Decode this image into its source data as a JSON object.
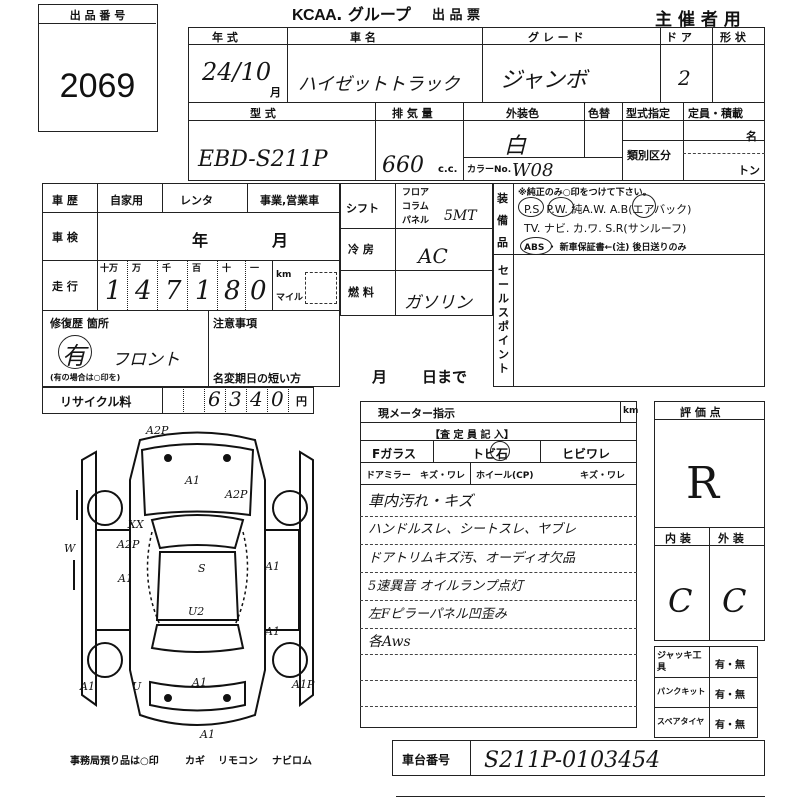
{
  "header": {
    "lot_label": "出 品 番 号",
    "lot_number": "2069",
    "brand": "KCAA",
    "brand_suffix": ". グループ",
    "sheet_title": "出 品 票",
    "copy_label": "主 催 者 用"
  },
  "vehicle": {
    "year_label": "年 式",
    "year_value": "24/10",
    "year_month_suffix": "月",
    "name_label": "車 名",
    "name_value": "ハイゼットトラック",
    "grade_label": "グ レ ー ド",
    "grade_value": "ジャンボ",
    "door_label": "ド ア",
    "door_value": "2",
    "shape_label": "形 状",
    "model_label": "型 式",
    "model_value": "EBD-S211P",
    "displacement_label": "排 気 量",
    "displacement_value": "660",
    "displacement_unit": "c.c.",
    "exterior_color_label": "外装色",
    "exterior_color_value": "白",
    "color_change_label": "色替",
    "type_approval_label": "型式指定",
    "category_label": "類別区分",
    "capacity_label": "定員・積載",
    "capacity_unit_persons": "名",
    "capacity_unit_tons": "トン",
    "color_code_label": "カラーNo.",
    "color_code_value": "W08"
  },
  "history": {
    "label": "車 歴",
    "opt_private": "自家用",
    "opt_rental": "レンタ",
    "opt_business": "事業,営業車",
    "inspection_label": "車 検",
    "inspection_year": "年",
    "inspection_month": "月",
    "mileage_label": "走 行",
    "mileage_units": [
      "十万",
      "万",
      "千",
      "百",
      "十",
      "一"
    ],
    "mileage_digits": [
      "1",
      "4",
      "7",
      "1",
      "8",
      "0"
    ],
    "mileage_unit_km": "km",
    "mileage_unit_mile": "マイル",
    "repair_label": "修復歴 箇所",
    "repair_value": "有",
    "repair_location": "フロント",
    "repair_note": "(有の場合は○印を)",
    "caution_label": "注意事項",
    "expiry_label": "名変期日の短い方",
    "expiry_month": "月",
    "expiry_day": "日まで",
    "recycle_label": "リサイクル料",
    "recycle_digits": [
      "",
      "",
      "6",
      "3",
      "4",
      "0"
    ],
    "recycle_unit": "円"
  },
  "drivetrain": {
    "shift_label": "シフト",
    "shift_opts": [
      "フロア",
      "コラム",
      "パネル"
    ],
    "shift_value": "5MT",
    "ac_label": "冷 房",
    "ac_value": "AC",
    "fuel_label": "燃 料",
    "fuel_value": "ガソリン"
  },
  "equipment": {
    "side_label": [
      "装",
      "備",
      "品"
    ],
    "note": "※純正のみ○印をつけて下さい。",
    "line1": "P.S.  P.W.  純A.W.  A.B(エアバック)",
    "line2": "TV.  ナビ.  カ.ワ.  S.R(サンルーフ)",
    "line3": "ABS ・ 新車保証書←(注) 後日送りのみ",
    "sales_label": [
      "セ",
      "ー",
      "ル",
      "ス",
      "ポ",
      "イ",
      "ン",
      "ト"
    ]
  },
  "meter": {
    "label": "現メーター指示",
    "unit": "km",
    "inspector_label": "【査 定 員 記 入】",
    "fglass": "Fガラス",
    "tobiishi": "トビ石",
    "hibiware": "ヒビワレ",
    "door_mirror": "ドアミラー",
    "mirror_scratch": "キズ・ワレ",
    "wheel": "ホイール(CP)",
    "wheel_scratch": "キズ・ワレ"
  },
  "notes": [
    "車内汚れ・キズ",
    "ハンドルスレ、シートスレ、ヤブレ",
    "ドアトリムキズ汚、オーディオ欠品",
    "5速異音  オイルランプ点灯",
    "左Fピラーパネル凹歪み",
    "各Aws"
  ],
  "score": {
    "label": "評 価 点",
    "value": "R",
    "interior_label": "内 装",
    "exterior_label": "外 装",
    "interior_value": "C",
    "exterior_value": "C"
  },
  "tools": [
    {
      "label": "ジャッキ工具",
      "value": "有・無"
    },
    {
      "label": "パンクキット",
      "value": "有・無"
    },
    {
      "label": "スペアタイヤ",
      "value": "有・無"
    }
  ],
  "chassis": {
    "label": "車台番号",
    "value": "S211P-0103454"
  },
  "footer": {
    "office_note": "事務局預り品は○印",
    "key": "カギ",
    "remote": "リモコン",
    "navi": "ナビロム"
  },
  "diagram_marks": {
    "m1": "A2P",
    "m2": "A1",
    "m3": "A2P",
    "m4": "A2P",
    "m5": "A1",
    "m6": "A1",
    "m7": "S",
    "m8": "U2",
    "m9": "A1",
    "m10": "A1",
    "m11": "A1P",
    "m12": "A1",
    "m13": "A1",
    "m14": "XX",
    "m15": "W",
    "m16": "U"
  }
}
